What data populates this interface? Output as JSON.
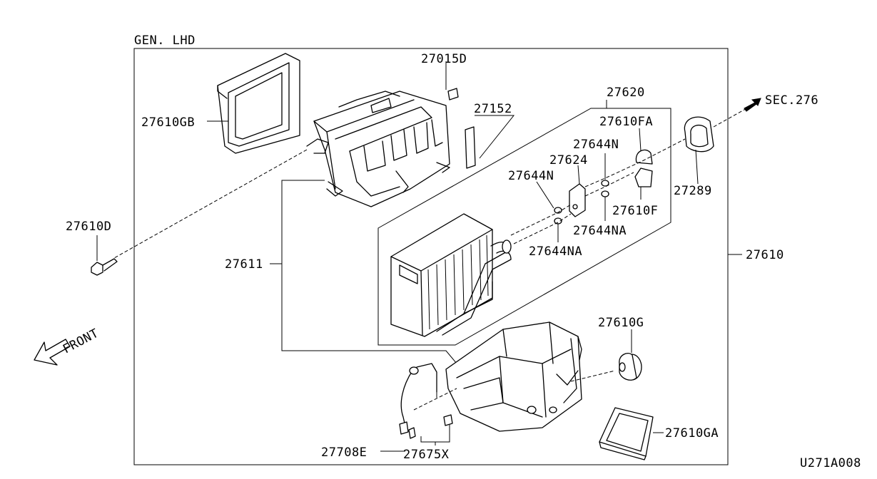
{
  "diagram": {
    "variant_label": "GEN. LHD",
    "figure_code": "U271A008",
    "direction_label": "FRONT",
    "reference_label": "SEC.276",
    "callouts": {
      "p27015D": "27015D",
      "p27152": "27152",
      "p27620": "27620",
      "p27610FA": "27610FA",
      "p27610GB": "27610GB",
      "p27644N_a": "27644N",
      "p27624": "27624",
      "p27644N_b": "27644N",
      "p27289": "27289",
      "p27610F": "27610F",
      "p27610D": "27610D",
      "p27644NA_a": "27644NA",
      "p27644NA_b": "27644NA",
      "p27611": "27611",
      "p27610": "27610",
      "p27610G": "27610G",
      "p27610GA": "27610GA",
      "p27708E": "27708E",
      "p27675X": "27675X"
    }
  }
}
